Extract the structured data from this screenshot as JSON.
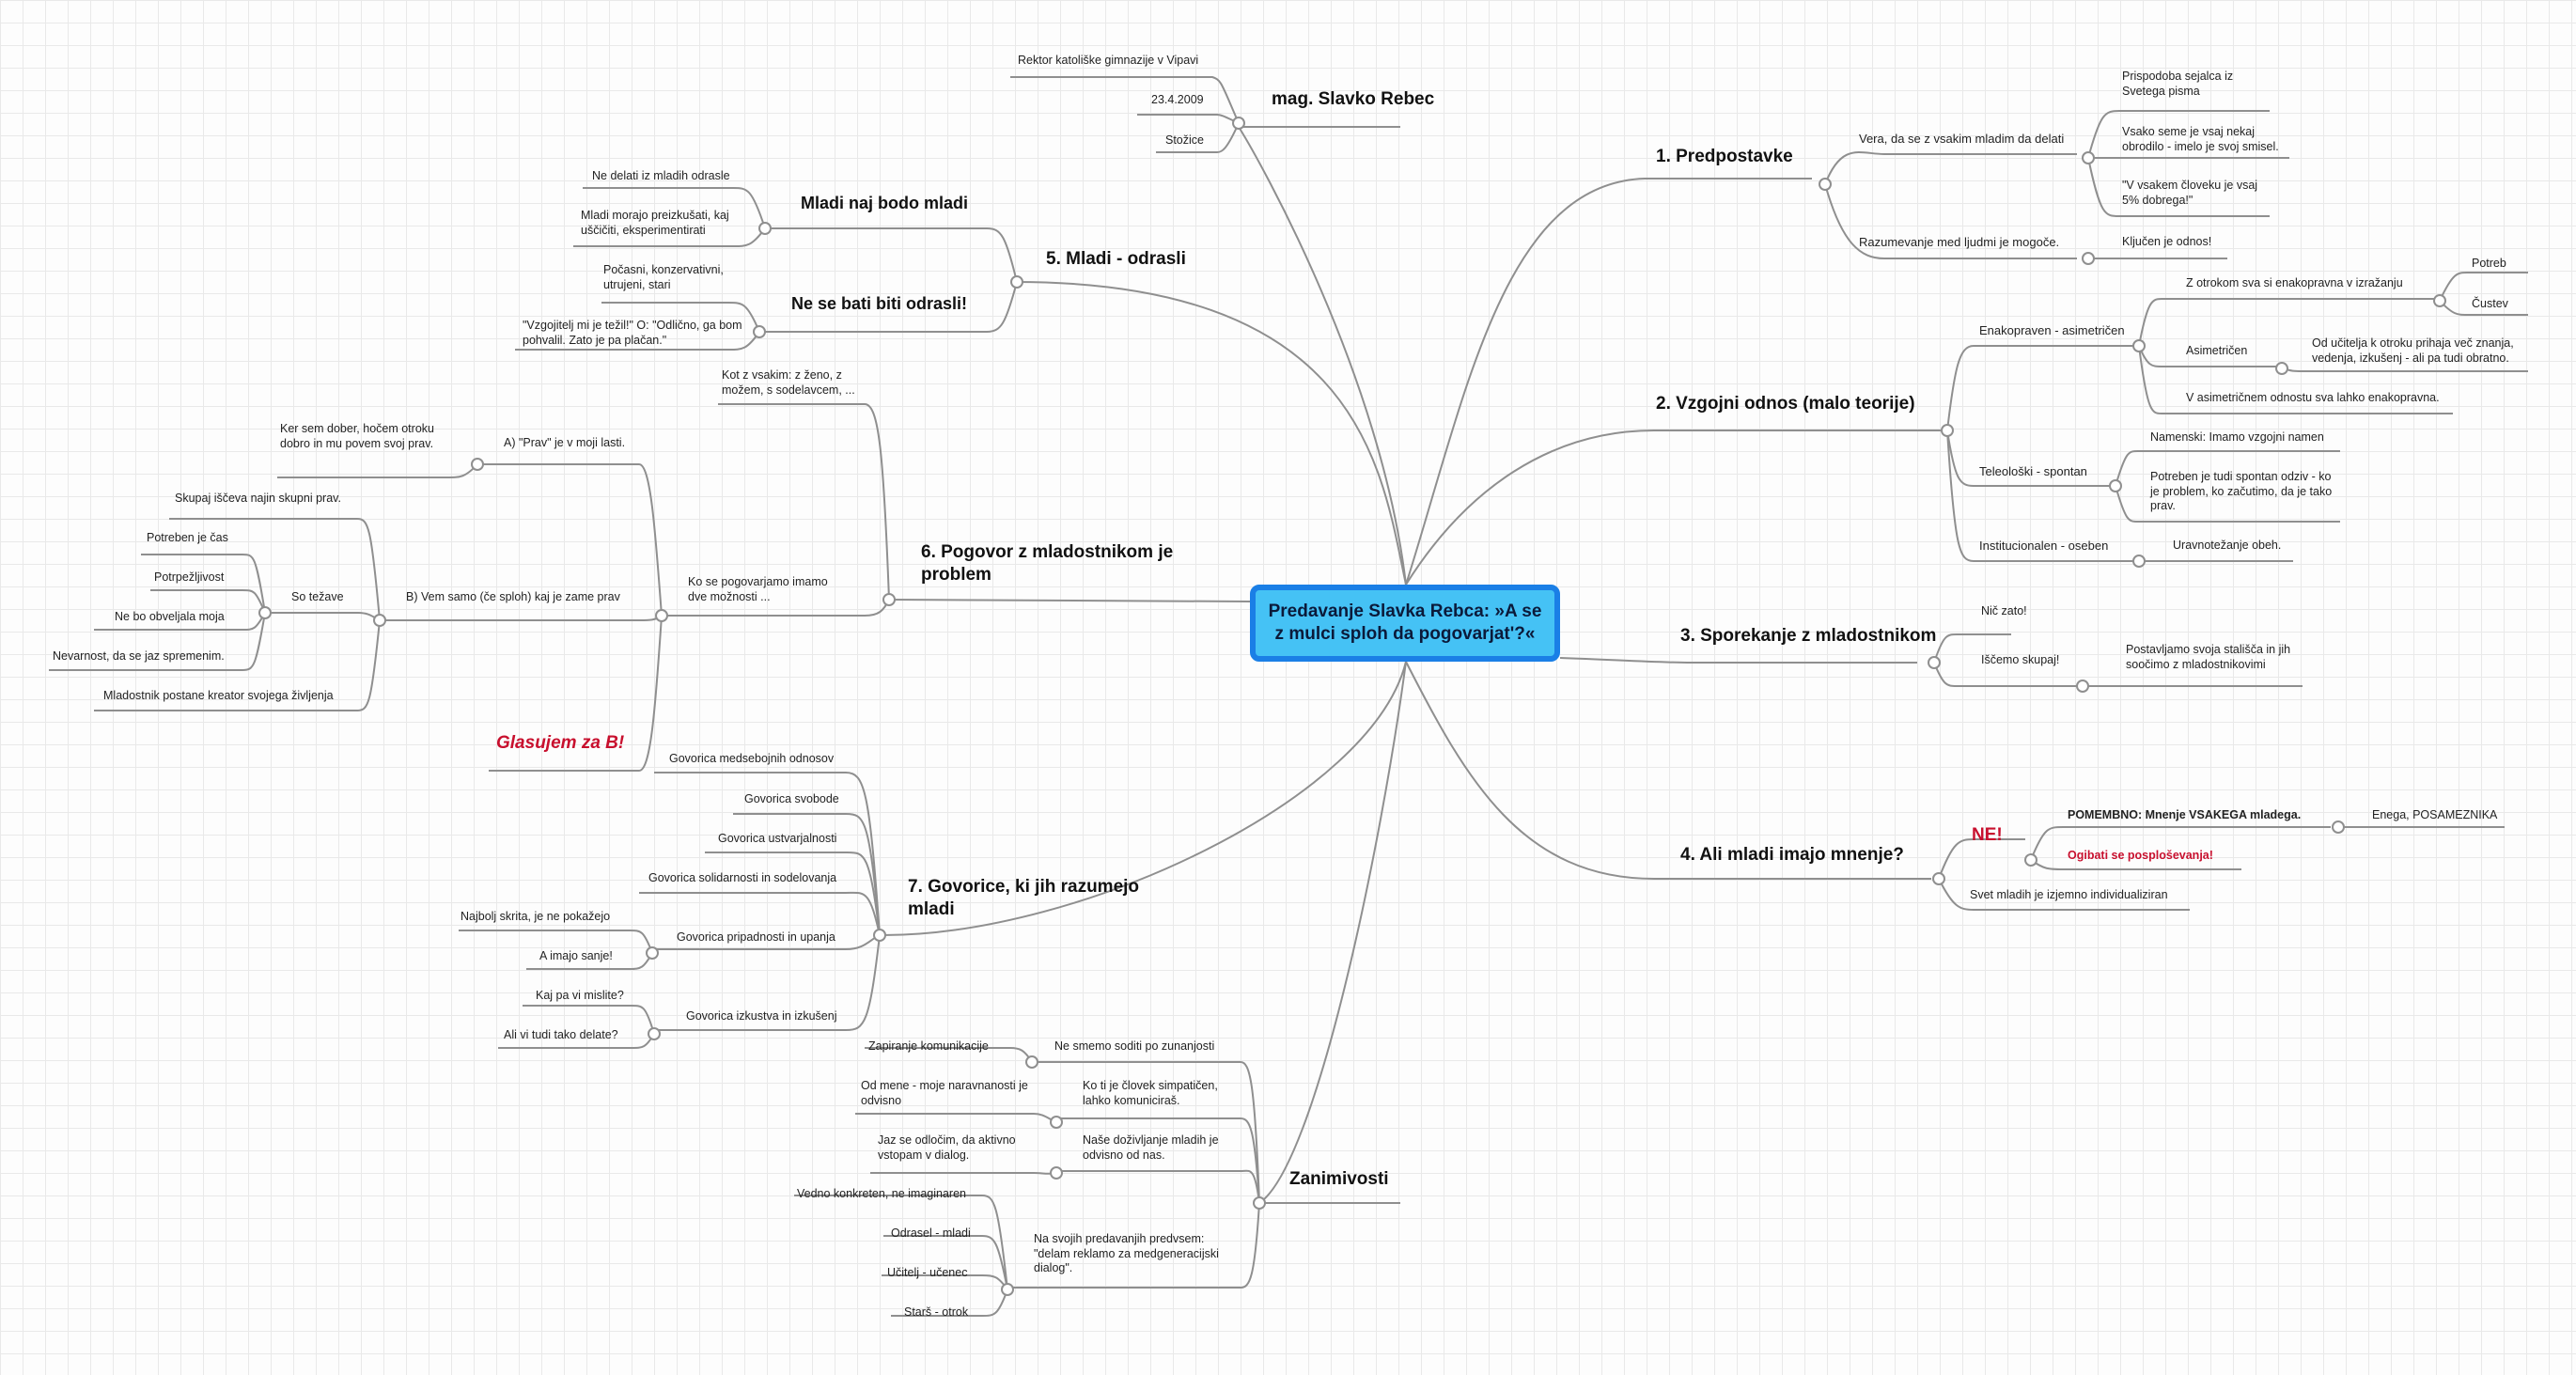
{
  "root": {
    "title": "Predavanje Slavka Rebca: »A se z mulci sploh da pogovarjat'?«"
  },
  "topics": {
    "t1": {
      "label": "1. Predpostavke"
    },
    "t2": {
      "label": "2. Vzgojni odnos (malo teorije)"
    },
    "t3": {
      "label": "3. Sporekanje z mladostnikom"
    },
    "t4": {
      "label": "4. Ali mladi imajo mnenje?"
    },
    "t5": {
      "label": "5. Mladi - odrasli"
    },
    "t6": {
      "label": "6. Pogovor z mladostnikom je problem"
    },
    "t7": {
      "label": "7. Govorice, ki jih razumejo mladi"
    },
    "mag": {
      "label": "mag. Slavko Rebec"
    },
    "zan": {
      "label": "Zanimivosti"
    }
  },
  "nodes": {
    "t1_vera": "Vera, da se z vsakim mladim da delati",
    "t1_prisp": "Prispodoba sejalca iz Svetega pisma",
    "t1_seme": "Vsako seme je vsaj nekaj obrodilo - imelo je svoj smisel.",
    "t1_vsakem": "\"V vsakem človeku je vsaj 5% dobrega!\"",
    "t1_razum": "Razumevanje med ljudmi je mogoče.",
    "t1_kljucen": "Ključen je odnos!",
    "t2_enak": "Enakopraven - asimetričen",
    "t2_zotrokom": "Z otrokom sva si enakopravna v izražanju",
    "t2_potreb": "Potreb",
    "t2_custev": "Čustev",
    "t2_asim": "Asimetričen",
    "t2_oducit": "Od učitelja k otroku prihaja več znanja, vedenja, izkušenj - ali pa tudi obratno.",
    "t2_vasim": "V asimetričnem odnostu sva lahko enakopravna.",
    "t2_teleo": "Teleološki - spontan",
    "t2_namen": "Namenski: Imamo vzgojni namen",
    "t2_potreben": "Potreben je tudi spontan odziv - ko je problem, ko začutimo, da je tako prav.",
    "t2_instit": "Institucionalen - oseben",
    "t2_uravn": "Uravnotežanje obeh.",
    "t3_nic": "Nič zato!",
    "t3_iscemo": "Iščemo skupaj!",
    "t3_postav": "Postavljamo svoja stališča in jih soočimo z mladostnikovimi",
    "t4_ne": "NE!",
    "t4_pomemb": "POMEMBNO: Mnenje VSAKEGA mladega.",
    "t4_enega": "Enega, POSAMEZNIKA",
    "t4_ogibati": "Ogibati se posploševanja!",
    "t4_svet": "Svet mladih je izjemno individualiziran",
    "mag_rektor": "Rektor katoliške gimnazije v Vipavi",
    "mag_date": "23.4.2009",
    "mag_stozice": "Stožice",
    "t5_mladinaj": "Mladi naj bodo mladi",
    "t5_nedelati": "Ne delati iz mladih odrasle",
    "t5_morajo": "Mladi morajo preizkušati, kaj uščičiti, eksperimentirati",
    "t5_nebati": "Ne se bati biti odrasli!",
    "t5_pocasni": "Počasni, konzervativni, utrujeni, stari",
    "t5_vzgojitelj": "\"Vzgojitelj mi je težil!\" O: \"Odlično, ga bom pohvalil. Zato je pa plačan.\"",
    "t6_kot": "Kot z vsakim: z ženo, z možem, s sodelavcem, ...",
    "t6_ko": "Ko se pogovarjamo imamo dve možnosti ...",
    "t6_a": "A) \"Prav\" je v moji lasti.",
    "t6_ker": "Ker sem dober, hočem otroku dobro in mu povem svoj prav.",
    "t6_b": "B) Vem samo (če sploh) kaj je zame prav",
    "t6_skupaj": "Skupaj iščeva najin skupni prav.",
    "t6_sotezave": "So težave",
    "t6_cas": "Potreben je čas",
    "t6_potrp": "Potrpežljivost",
    "t6_nebo": "Ne bo obveljala moja",
    "t6_nevar": "Nevarnost, da se jaz spremenim.",
    "t6_kreator": "Mladostnik postane kreator svojega življenja",
    "t6_glasujem": "Glasujem za B!",
    "t7_medseb": "Govorica medsebojnih odnosov",
    "t7_svob": "Govorica svobode",
    "t7_ustv": "Govorica ustvarjalnosti",
    "t7_solid": "Govorica solidarnosti in sodelovanja",
    "t7_pripad": "Govorica pripadnosti in upanja",
    "t7_najbolj": "Najbolj skrita, je ne pokažejo",
    "t7_sanje": "A imajo sanje!",
    "t7_izkus": "Govorica izkustva in izkušenj",
    "t7_kajpa": "Kaj pa vi mislite?",
    "t7_alivi": "Ali vi tudi tako delate?",
    "z_nesmemo": "Ne smemo soditi po zunanjosti",
    "z_zapiranje": "Zapiranje komunikacije",
    "z_koti": "Ko ti je človek simpatičen, lahko komuniciraš.",
    "z_odmene": "Od mene - moje naravnanosti je odvisno",
    "z_nase": "Naše doživljanje mladih je odvisno od nas.",
    "z_jazse": "Jaz se odločim, da aktivno vstopam v dialog.",
    "z_nasvojih": "Na svojih predavanjih predvsem: \"delam reklamo za medgeneracijski dialog\".",
    "z_vedno": "Vedno konkreten, ne imaginaren",
    "z_odrasel": "Odrasel - mladi",
    "z_ucitelj": "Učitelj - učenec",
    "z_stars": "Starš - otrok"
  },
  "colors": {
    "root_fill": "#45c2f5",
    "root_border": "#1a7fe6",
    "line": "#8f8f8f",
    "accent_red": "#c8102e"
  }
}
